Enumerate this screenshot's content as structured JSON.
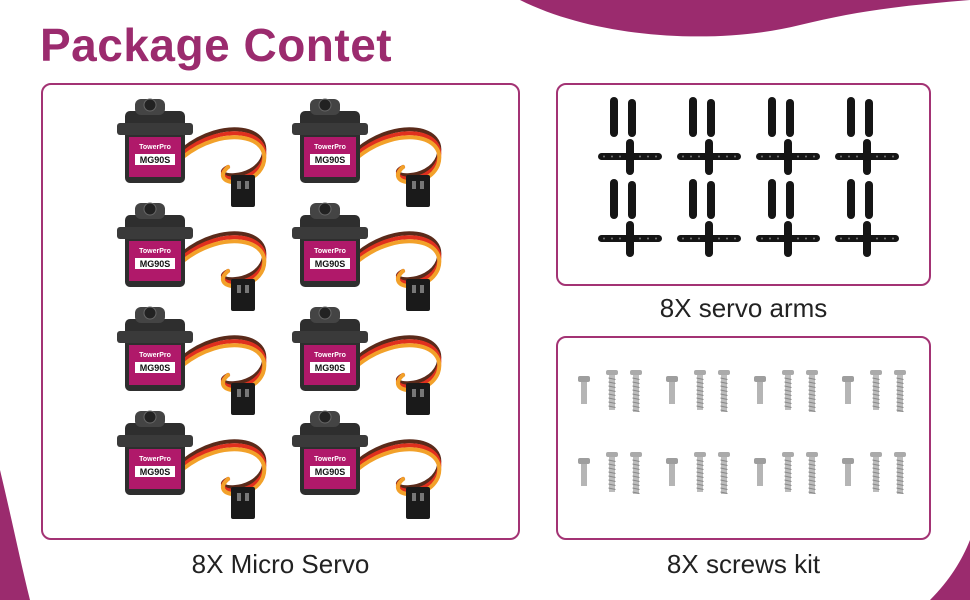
{
  "title": "Package Contet",
  "colors": {
    "accent": "#9b2b6e",
    "servo_label": "#b0196a",
    "wire_brown": "#5a2a1a",
    "wire_red": "#e0301e",
    "wire_orange": "#f2a12a"
  },
  "servo": {
    "brand": "TowerPro",
    "model": "MG90S",
    "count": 8,
    "caption": "8X Micro Servo"
  },
  "arms": {
    "count": 8,
    "caption": "8X servo arms"
  },
  "screws": {
    "sets": 8,
    "caption": "8X screws kit"
  }
}
